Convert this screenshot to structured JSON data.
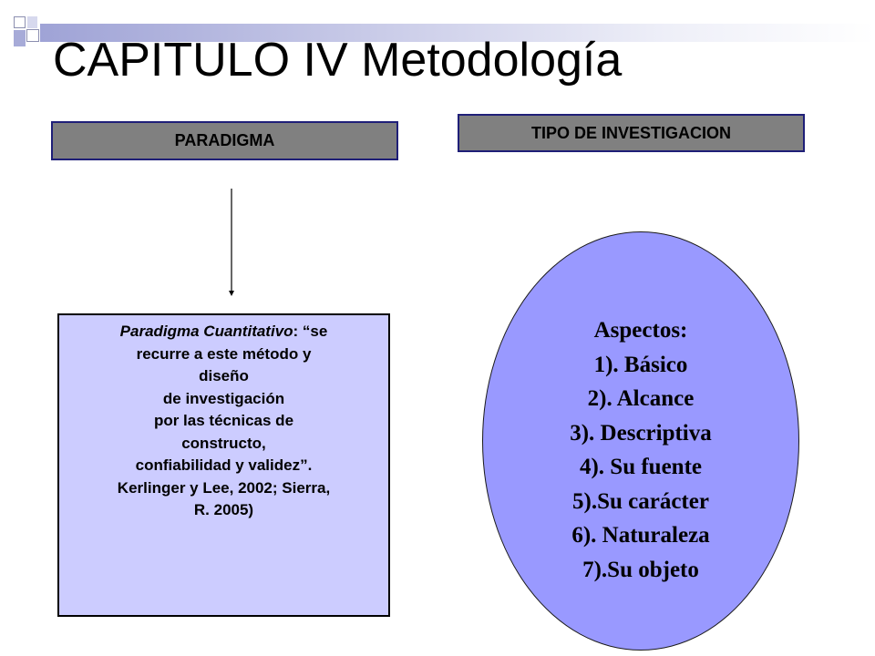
{
  "slide": {
    "title": "CAPITULO IV Metodología",
    "paradigma_header": "PARADIGMA",
    "tipo_header": "TIPO DE INVESTIGACION",
    "description": {
      "lines": [
        {
          "italic": "Paradigma Cuantitativo",
          "normal": ":  “se"
        },
        {
          "normal": "recurre a este método  y"
        },
        {
          "normal": "diseño"
        },
        {
          "normal": "de investigación"
        },
        {
          "normal": "por las técnicas de"
        },
        {
          "normal": "constructo,"
        },
        {
          "normal": "confiabilidad y validez”."
        },
        {
          "normal": "Kerlinger y Lee, 2002; Sierra,"
        },
        {
          "normal": "R. 2005)"
        }
      ]
    },
    "aspects": {
      "heading": "Aspectos:",
      "items": [
        "1). Básico",
        "2). Alcance",
        "3). Descriptiva",
        "4). Su fuente",
        "5).Su carácter",
        "6). Naturaleza",
        "7).Su objeto"
      ]
    }
  },
  "colors": {
    "header_box_fill": "#808080",
    "header_box_border": "#1f1f78",
    "description_fill": "#ccccff",
    "ellipse_fill": "#9999ff"
  }
}
